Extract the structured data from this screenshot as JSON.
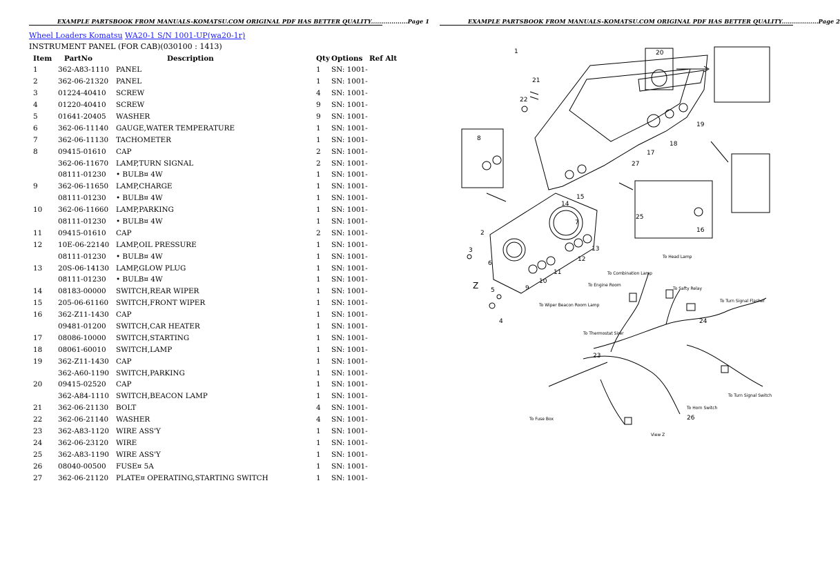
{
  "header_left": "EXAMPLE PARTSBOOK FROM MANUALS-KOMATSU.COM ORIGINAL PDF HAS BETTER QUALITY..................Page 1",
  "header_right": "EXAMPLE PARTSBOOK FROM MANUALS-KOMATSU.COM ORIGINAL PDF HAS BETTER QUALITY..................Page 2",
  "breadcrumb": {
    "link1": "Wheel Loaders Komatsu",
    "link2": "WA20-1 S/N 1001-UP(wa20-1r)"
  },
  "section_title": "INSTRUMENT PANEL (FOR CAB)(030100 : 1413)",
  "columns": {
    "item": "Item",
    "partno": "PartNo",
    "description": "Description",
    "qty": "Qty",
    "options": "Options",
    "refalt": "Ref Alt"
  },
  "rows": [
    {
      "item": "1",
      "part": "362-A83-1110",
      "desc": "PANEL",
      "qty": "1",
      "opt": "SN: 1001-"
    },
    {
      "item": "2",
      "part": "362-06-21320",
      "desc": "PANEL",
      "qty": "1",
      "opt": "SN: 1001-"
    },
    {
      "item": "3",
      "part": "01224-40410",
      "desc": "SCREW",
      "qty": "4",
      "opt": "SN: 1001-"
    },
    {
      "item": "4",
      "part": "01220-40410",
      "desc": "SCREW",
      "qty": "9",
      "opt": "SN: 1001-"
    },
    {
      "item": "5",
      "part": "01641-20405",
      "desc": "WASHER",
      "qty": "9",
      "opt": "SN: 1001-"
    },
    {
      "item": "6",
      "part": "362-06-11140",
      "desc": "GAUGE,WATER TEMPERATURE",
      "qty": "1",
      "opt": "SN: 1001-"
    },
    {
      "item": "7",
      "part": "362-06-11130",
      "desc": "TACHOMETER",
      "qty": "1",
      "opt": "SN: 1001-"
    },
    {
      "item": "8",
      "part": "09415-01610",
      "desc": "CAP",
      "qty": "2",
      "opt": "SN: 1001-"
    },
    {
      "item": "",
      "part": "362-06-11670",
      "desc": "LAMP,TURN SIGNAL",
      "qty": "2",
      "opt": "SN: 1001-"
    },
    {
      "item": "",
      "part": "08111-01230",
      "desc": "• BULB¤ 4W",
      "qty": "1",
      "opt": "SN: 1001-"
    },
    {
      "item": "9",
      "part": "362-06-11650",
      "desc": "LAMP,CHARGE",
      "qty": "1",
      "opt": "SN: 1001-"
    },
    {
      "item": "",
      "part": "08111-01230",
      "desc": "• BULB¤ 4W",
      "qty": "1",
      "opt": "SN: 1001-"
    },
    {
      "item": "10",
      "part": "362-06-11660",
      "desc": "LAMP,PARKING",
      "qty": "1",
      "opt": "SN: 1001-"
    },
    {
      "item": "",
      "part": "08111-01230",
      "desc": "• BULB¤ 4W",
      "qty": "1",
      "opt": "SN: 1001-"
    },
    {
      "item": "11",
      "part": "09415-01610",
      "desc": "CAP",
      "qty": "2",
      "opt": "SN: 1001-"
    },
    {
      "item": "12",
      "part": "10E-06-22140",
      "desc": "LAMP,OIL PRESSURE",
      "qty": "1",
      "opt": "SN: 1001-"
    },
    {
      "item": "",
      "part": "08111-01230",
      "desc": "• BULB¤ 4W",
      "qty": "1",
      "opt": "SN: 1001-"
    },
    {
      "item": "13",
      "part": "20S-06-14130",
      "desc": "LAMP,GLOW PLUG",
      "qty": "1",
      "opt": "SN: 1001-"
    },
    {
      "item": "",
      "part": "08111-01230",
      "desc": "• BULB¤ 4W",
      "qty": "1",
      "opt": "SN: 1001-"
    },
    {
      "item": "14",
      "part": "08183-00000",
      "desc": "SWITCH,REAR WIPER",
      "qty": "1",
      "opt": "SN: 1001-"
    },
    {
      "item": "15",
      "part": "205-06-61160",
      "desc": "SWITCH,FRONT WIPER",
      "qty": "1",
      "opt": "SN: 1001-"
    },
    {
      "item": "16",
      "part": "362-Z11-1430",
      "desc": "CAP",
      "qty": "1",
      "opt": "SN: 1001-"
    },
    {
      "item": "",
      "part": "09481-01200",
      "desc": "SWITCH,CAR HEATER",
      "qty": "1",
      "opt": "SN: 1001-"
    },
    {
      "item": "17",
      "part": "08086-10000",
      "desc": "SWITCH,STARTING",
      "qty": "1",
      "opt": "SN: 1001-"
    },
    {
      "item": "18",
      "part": "08061-60010",
      "desc": "SWITCH,LAMP",
      "qty": "1",
      "opt": "SN: 1001-"
    },
    {
      "item": "19",
      "part": "362-Z11-1430",
      "desc": "CAP",
      "qty": "1",
      "opt": "SN: 1001-"
    },
    {
      "item": "",
      "part": "362-A60-1190",
      "desc": "SWITCH,PARKING",
      "qty": "1",
      "opt": "SN: 1001-"
    },
    {
      "item": "20",
      "part": "09415-02520",
      "desc": "CAP",
      "qty": "1",
      "opt": "SN: 1001-"
    },
    {
      "item": "",
      "part": "362-A84-1110",
      "desc": "SWITCH,BEACON LAMP",
      "qty": "1",
      "opt": "SN: 1001-"
    },
    {
      "item": "21",
      "part": "362-06-21130",
      "desc": "BOLT",
      "qty": "4",
      "opt": "SN: 1001-"
    },
    {
      "item": "22",
      "part": "362-06-21140",
      "desc": "WASHER",
      "qty": "4",
      "opt": "SN: 1001-"
    },
    {
      "item": "23",
      "part": "362-A83-1120",
      "desc": "WIRE ASS'Y",
      "qty": "1",
      "opt": "SN: 1001-"
    },
    {
      "item": "24",
      "part": "362-06-23120",
      "desc": "WIRE",
      "qty": "1",
      "opt": "SN: 1001-"
    },
    {
      "item": "25",
      "part": "362-A83-1190",
      "desc": "WIRE ASS'Y",
      "qty": "1",
      "opt": "SN: 1001-"
    },
    {
      "item": "26",
      "part": "08040-00500",
      "desc": "FUSE¤ 5A",
      "qty": "1",
      "opt": "SN: 1001-"
    },
    {
      "item": "27",
      "part": "362-06-21120",
      "desc": "PLATE¤ OPERATING,STARTING SWITCH",
      "qty": "1",
      "opt": "SN: 1001-"
    }
  ],
  "diagram": {
    "callouts": [
      "1",
      "2",
      "3",
      "4",
      "5",
      "6",
      "7",
      "8",
      "9",
      "10",
      "11",
      "12",
      "13",
      "14",
      "15",
      "16",
      "17",
      "18",
      "19",
      "20",
      "21",
      "22",
      "23",
      "24",
      "25",
      "26",
      "27"
    ],
    "view_letter": "Z",
    "labels": {
      "head_lamp": "To Head Lamp",
      "combination_lamp": "To Combination Lamp",
      "engine_room": "To Engine Room",
      "safety_relay": "To Safty Relay",
      "turn_signal_flasher": "To Turn Signal Flasher",
      "wiper_beacon": "To Wiper Beacon Room Lamp",
      "thermostat": "To Thermostat Sirer",
      "turn_signal_switch": "To Turn Signal Switch",
      "horn_switch": "To Horn Switch",
      "fuse_box": "To Fuse Box",
      "view_z": "View Z"
    }
  }
}
